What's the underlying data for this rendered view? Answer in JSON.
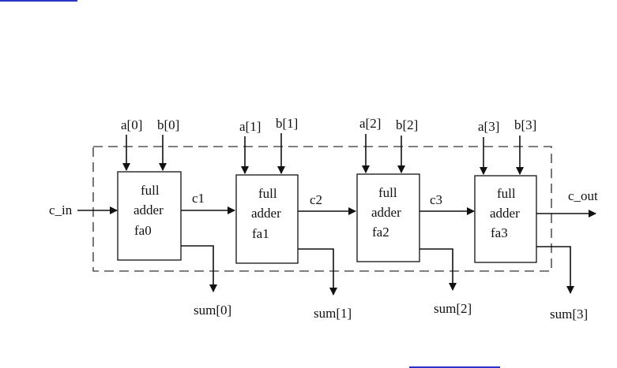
{
  "diagram": {
    "input_carry": "c_in",
    "output_carry": "c_out",
    "adders": [
      {
        "line1": "full",
        "line2": "adder",
        "name": "fa0",
        "a": "a[0]",
        "b": "b[0]",
        "sum": "sum[0]",
        "carry_out": "c1"
      },
      {
        "line1": "full",
        "line2": "adder",
        "name": "fa1",
        "a": "a[1]",
        "b": "b[1]",
        "sum": "sum[1]",
        "carry_out": "c2"
      },
      {
        "line1": "full",
        "line2": "adder",
        "name": "fa2",
        "a": "a[2]",
        "b": "b[2]",
        "sum": "sum[2]",
        "carry_out": "c3"
      },
      {
        "line1": "full",
        "line2": "adder",
        "name": "fa3",
        "a": "a[3]",
        "b": "b[3]",
        "sum": "sum[3]",
        "carry_out": "c_out"
      }
    ]
  },
  "colors": {
    "line": "#111111",
    "dash": "#555555",
    "link": "#2a35c8"
  }
}
